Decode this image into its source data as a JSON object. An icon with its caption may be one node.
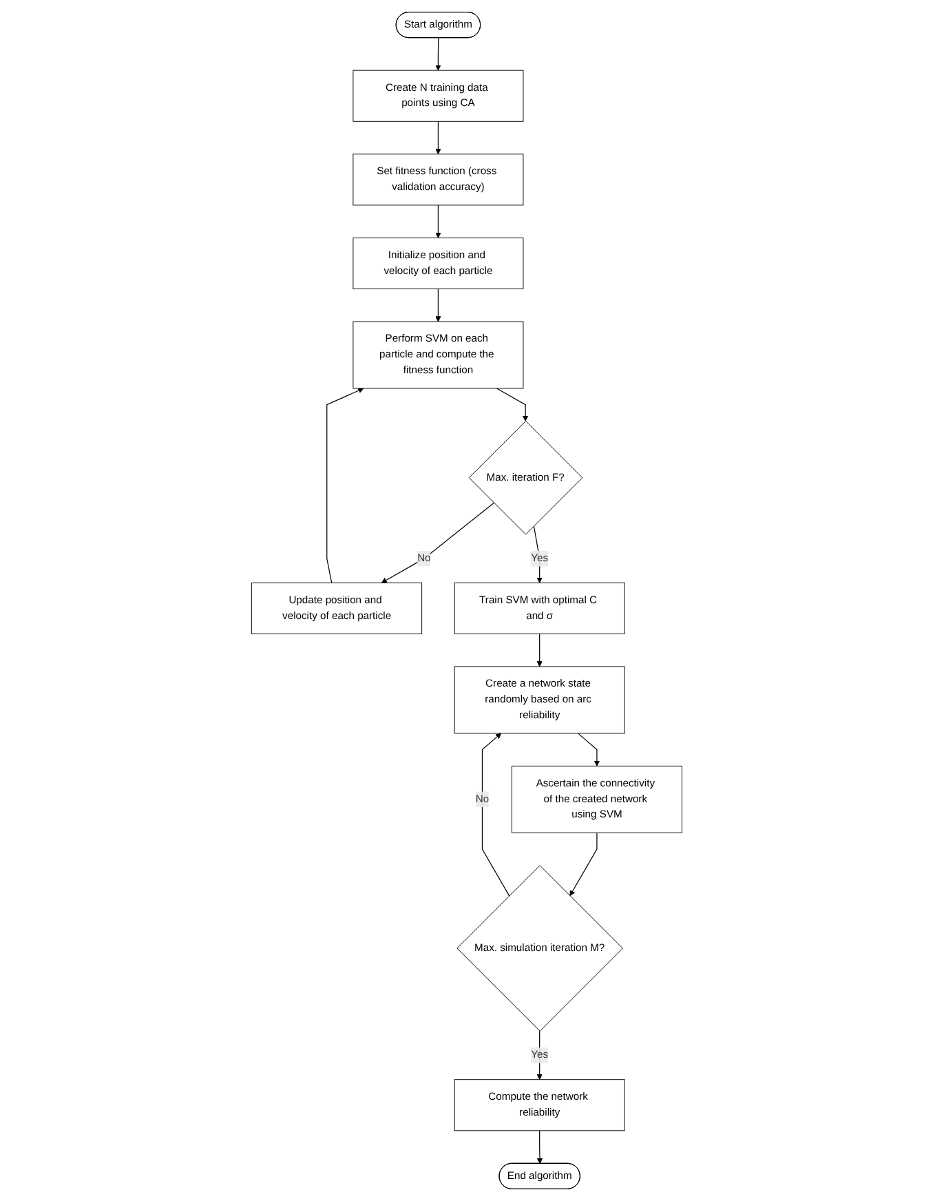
{
  "diagram": {
    "nodes": [
      {
        "text": [
          "Start algorithm"
        ]
      },
      {
        "text": [
          "Create N training data points using CA"
        ]
      },
      {
        "text": [
          "Set fitness function (cross validation accuracy)"
        ]
      },
      {
        "text": [
          "Initialize position and velocity of each particle"
        ]
      },
      {
        "text": [
          "Perform SVM on each particle and compute the fitness function"
        ]
      },
      {
        "text": [
          "Max. iteration F?"
        ]
      },
      {
        "text": [
          "Update position and velocity of each particle"
        ]
      },
      {
        "text": [
          "Train SVM with optimal C and σ"
        ]
      },
      {
        "text": [
          "Create a network state randomly based on arc reliability"
        ]
      },
      {
        "text": [
          "Ascertain the connectivity of the created network using SVM"
        ]
      },
      {
        "text": [
          "Max. simulation iteration M?"
        ]
      },
      {
        "text": [
          "Compute the network reliability"
        ]
      },
      {
        "text": [
          "End algorithm"
        ]
      }
    ],
    "edges": [
      {
        "from": 0,
        "to": 1,
        "arrow": "to"
      },
      {
        "from": 1,
        "to": 2,
        "arrow": "to"
      },
      {
        "from": 2,
        "to": 3,
        "arrow": "to"
      },
      {
        "from": 3,
        "to": 4,
        "arrow": "to"
      },
      {
        "from": 4,
        "to": 5,
        "arrow": "to"
      },
      {
        "from": 5,
        "to": 6,
        "label": "No",
        "arrow": "to"
      },
      {
        "from": 6,
        "to": 4,
        "arrow": "to"
      },
      {
        "from": 5,
        "to": 7,
        "label": "Yes",
        "arrow": "to"
      },
      {
        "from": 7,
        "to": 8,
        "arrow": "to"
      },
      {
        "from": 8,
        "to": 9,
        "arrow": "to"
      },
      {
        "from": 9,
        "to": 10,
        "arrow": "to"
      },
      {
        "from": 10,
        "to": 8,
        "label": "No",
        "arrow": "to"
      },
      {
        "from": 10,
        "to": 11,
        "label": "Yes",
        "arrow": "to"
      },
      {
        "from": 11,
        "to": 12,
        "arrow": "to"
      }
    ]
  }
}
